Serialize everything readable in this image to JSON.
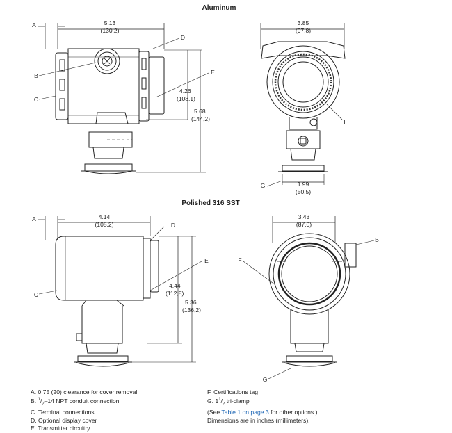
{
  "headings": {
    "top": "Aluminum",
    "bottom": "Polished 316 SST"
  },
  "callout_letters": {
    "a": "A",
    "b": "B",
    "c": "C",
    "d": "D",
    "e": "E",
    "f": "F",
    "g": "G"
  },
  "dimensions": {
    "al_width_in": "5.13",
    "al_width_mm": "(130,2)",
    "al_side_in": "3.85",
    "al_side_mm": "(97,8)",
    "al_h1_in": "4.26",
    "al_h1_mm": "(108,1)",
    "al_h2_in": "5.68",
    "al_h2_mm": "(144,2)",
    "al_clamp_in": "1.99",
    "al_clamp_mm": "(50,5)",
    "sst_width_in": "4.14",
    "sst_width_mm": "(105,2)",
    "sst_side_in": "3.43",
    "sst_side_mm": "(87,0)",
    "sst_h1_in": "4.44",
    "sst_h1_mm": "(112,8)",
    "sst_h2_in": "5.36",
    "sst_h2_mm": "(136,2)"
  },
  "legend_left": {
    "a": "A. 0.75 (20) clearance for cover removal",
    "b_prefix": "B. ",
    "b_sup": "1",
    "b_sub": "2",
    "b_rest": "–14 NPT conduit connection",
    "c": "C. Terminal connections",
    "d": "D. Optional display cover",
    "e": "E. Transmitter circuitry"
  },
  "legend_right": {
    "f": "F. Certifications tag",
    "g_prefix": "G. 1",
    "g_sup": "1",
    "g_sub": "2",
    "g_rest": " tri-clamp",
    "see_prefix": "(See ",
    "see_link": "Table 1 on page 3",
    "see_suffix": " for other options.)",
    "units_note": "Dimensions are in inches (millimeters)."
  }
}
